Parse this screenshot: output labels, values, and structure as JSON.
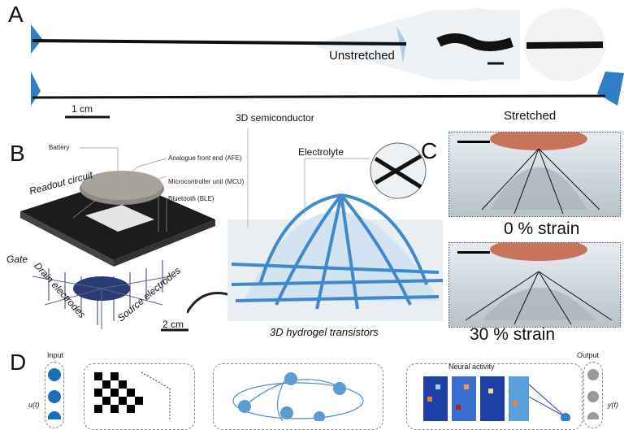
{
  "panels": {
    "a": {
      "letter": "A",
      "unstretched": "Unstretched",
      "stretched": "Stretched",
      "scale": "1 cm"
    },
    "b": {
      "letter": "B",
      "battery": "Battery",
      "afe": "Analogue front end (AFE)",
      "mcu": "Microcontroller unit (MCU)",
      "ble": "Bluetooth (BLE)",
      "readout": "Readout circuit",
      "gate": "Gate",
      "drain": "Drain electrodes",
      "source": "Source electrodes",
      "scale": "2 cm"
    },
    "center": {
      "semiconductor": "3D semiconductor",
      "electrolyte": "Electrolyte",
      "caption": "3D hydrogel transistors"
    },
    "c": {
      "letter": "C",
      "strain0": "0 % strain",
      "strain30": "30 % strain"
    },
    "d": {
      "letter": "D",
      "input": "Input",
      "input_var": "u(t)",
      "neural": "Neural activity",
      "output": "Output",
      "output_var": "y(t)"
    }
  },
  "colors": {
    "fiber": "#111111",
    "accent_blue": "#2f7fc8",
    "hydrogel": "#cfe1f0",
    "input_node": "#1b6fb8",
    "output_node": "#9a9a9a"
  }
}
